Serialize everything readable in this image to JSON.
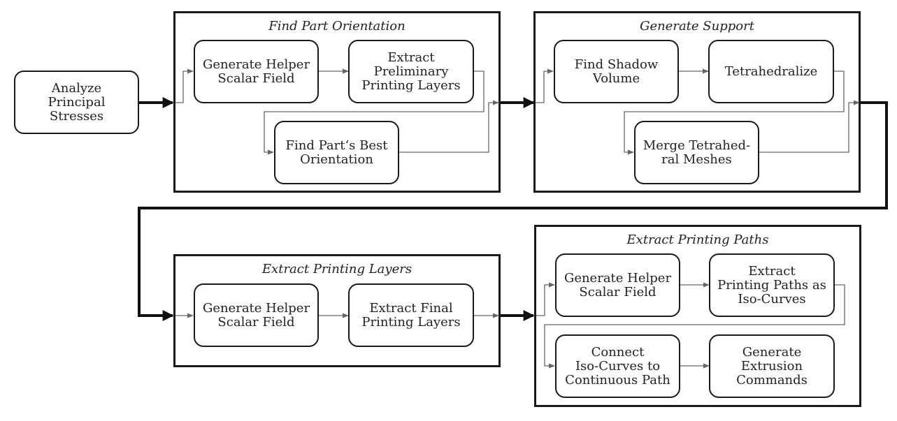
{
  "start": {
    "label": "Analyze Principal\nStresses"
  },
  "groups": {
    "find_orientation": {
      "title": "Find Part Orientation",
      "steps": [
        {
          "label": "Generate Helper\nScalar Field"
        },
        {
          "label": "Extract\nPreliminary\nPrinting Layers"
        },
        {
          "label": "Find Part‘s Best\nOrientation"
        }
      ]
    },
    "generate_support": {
      "title": "Generate Support",
      "steps": [
        {
          "label": "Find Shadow\nVolume"
        },
        {
          "label": "Tetrahedralize"
        },
        {
          "label": "Merge Tetrahed-\nral Meshes"
        }
      ]
    },
    "extract_layers": {
      "title": "Extract Printing Layers",
      "steps": [
        {
          "label": "Generate Helper\nScalar Field"
        },
        {
          "label": "Extract Final\nPrinting Layers"
        }
      ]
    },
    "extract_paths": {
      "title": "Extract Printing Paths",
      "steps": [
        {
          "label": "Generate Helper\nScalar Field"
        },
        {
          "label": "Extract\nPrinting Paths as\nIso-Curves"
        },
        {
          "label": "Connect\nIso-Curves to\nContinuous Path"
        },
        {
          "label": "Generate\nExtrusion\nCommands"
        }
      ]
    }
  }
}
